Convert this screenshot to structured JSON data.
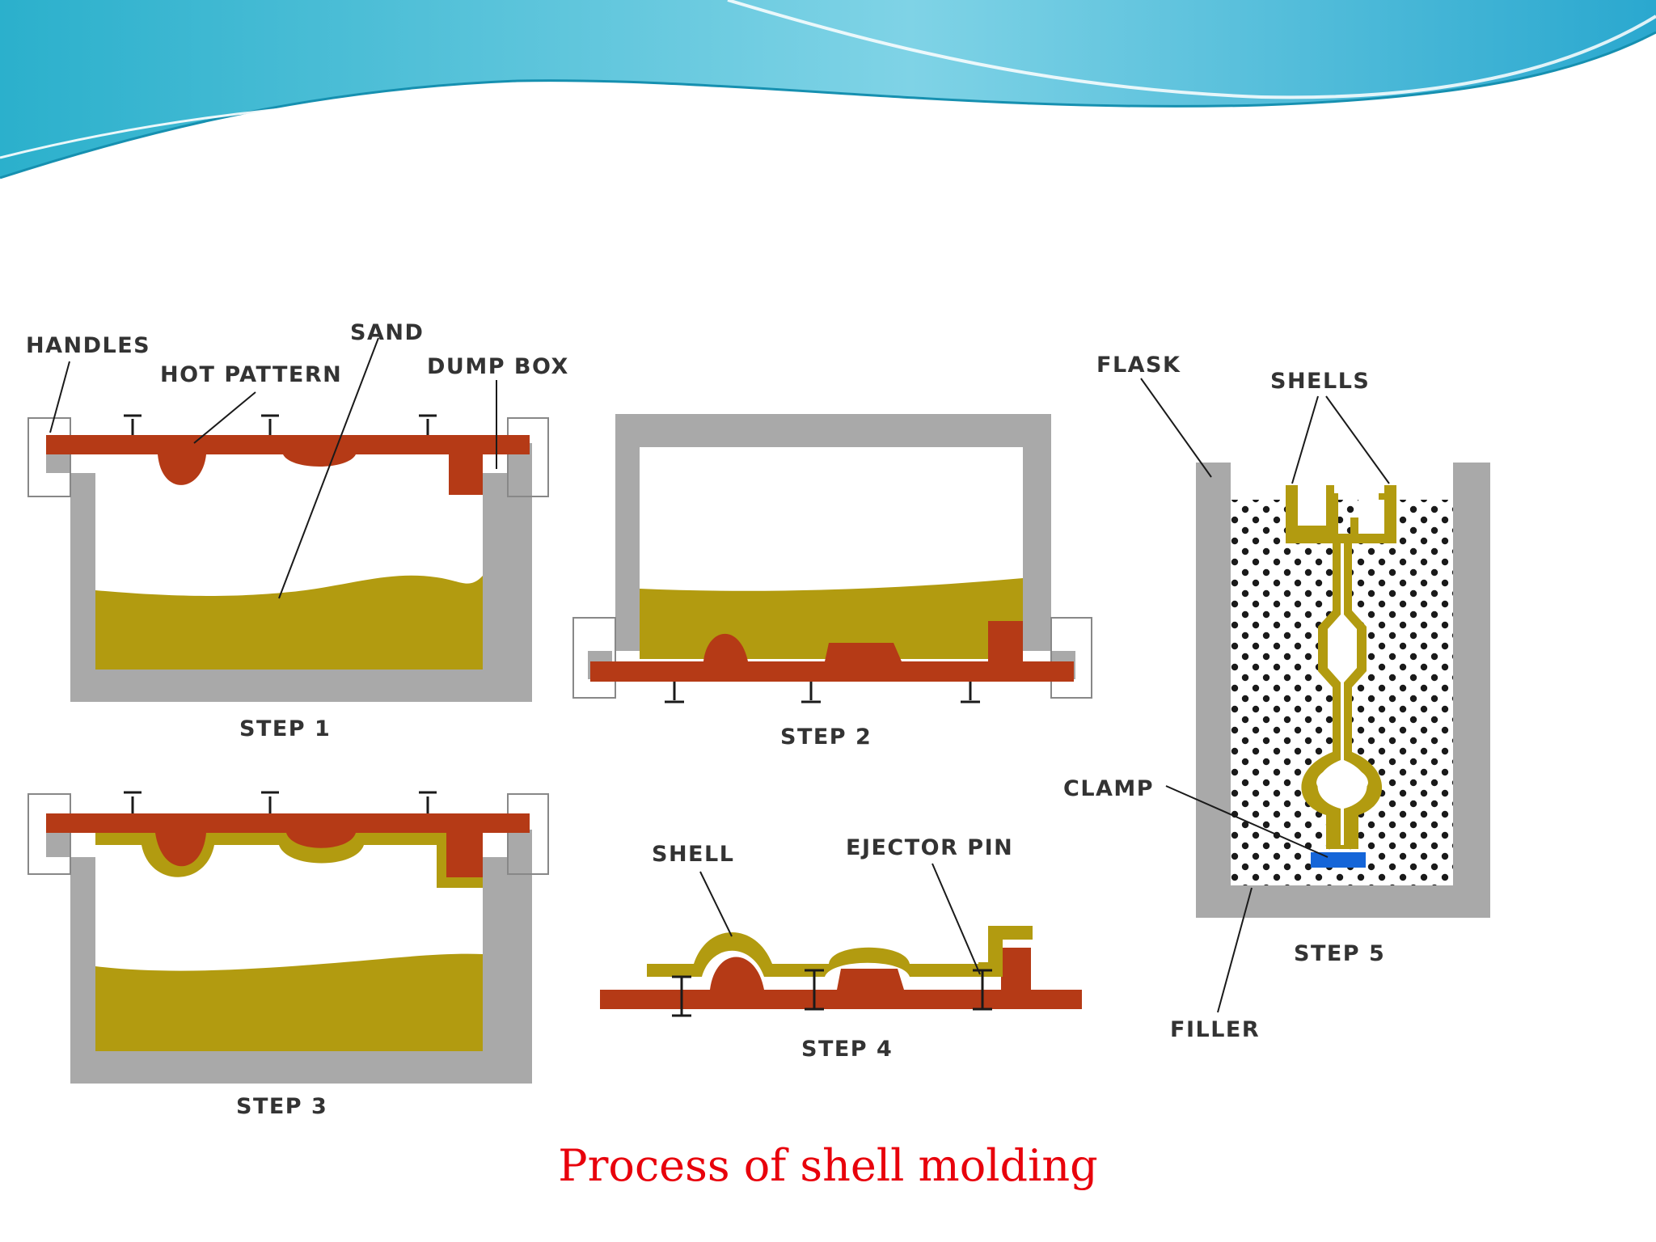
{
  "caption": "Process of shell molding",
  "labels": {
    "handles": "HANDLES",
    "sand": "SAND",
    "hot_pattern": "HOT PATTERN",
    "dump_box": "DUMP BOX",
    "flask": "FLASK",
    "shells": "SHELLS",
    "clamp": "CLAMP",
    "filler": "FILLER",
    "shell": "SHELL",
    "ejector_pin": "EJECTOR PIN"
  },
  "steps": {
    "step1": "STEP 1",
    "step2": "STEP 2",
    "step3": "STEP 3",
    "step4": "STEP 4",
    "step5": "STEP 5"
  },
  "colors": {
    "pattern": "#b53a16",
    "sand": "#b29b10",
    "box": "#a9a9a9",
    "clamp": "#1565d8",
    "caption": "#e8000b"
  }
}
